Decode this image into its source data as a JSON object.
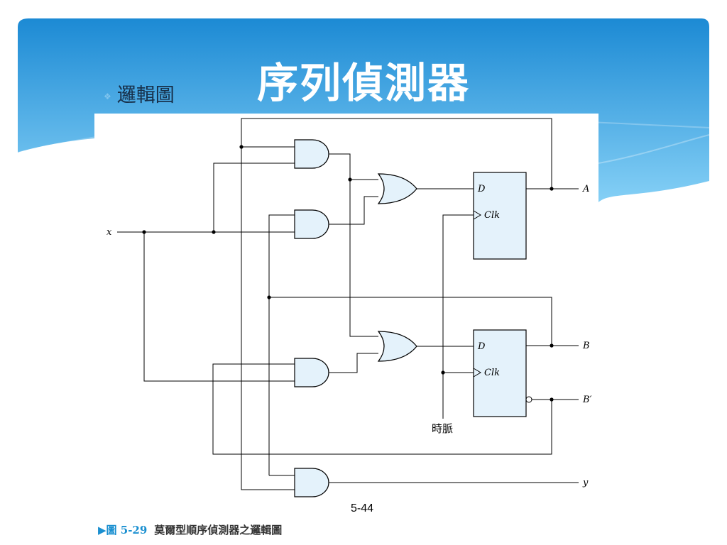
{
  "slide": {
    "title": "序列偵測器",
    "bullet": "邏輯圖",
    "page_number": "5-44"
  },
  "caption": {
    "figure_label": "▶圖 5-29",
    "text": "莫爾型順序偵測器之邏輯圖"
  },
  "diagram": {
    "input_x": "x",
    "output_a": "A",
    "output_b": "B",
    "output_b_prime": "B′",
    "output_y": "y",
    "ff_a_d": "D",
    "ff_a_clk": "Clk",
    "ff_b_d": "D",
    "ff_b_clk": "Clk",
    "clock_label": "時脈"
  },
  "colors": {
    "banner_top": "#1e8fd6",
    "banner_bottom": "#7ccdf6",
    "component_fill": "#e4f2fb",
    "caption_accent": "#1a8fd0"
  }
}
